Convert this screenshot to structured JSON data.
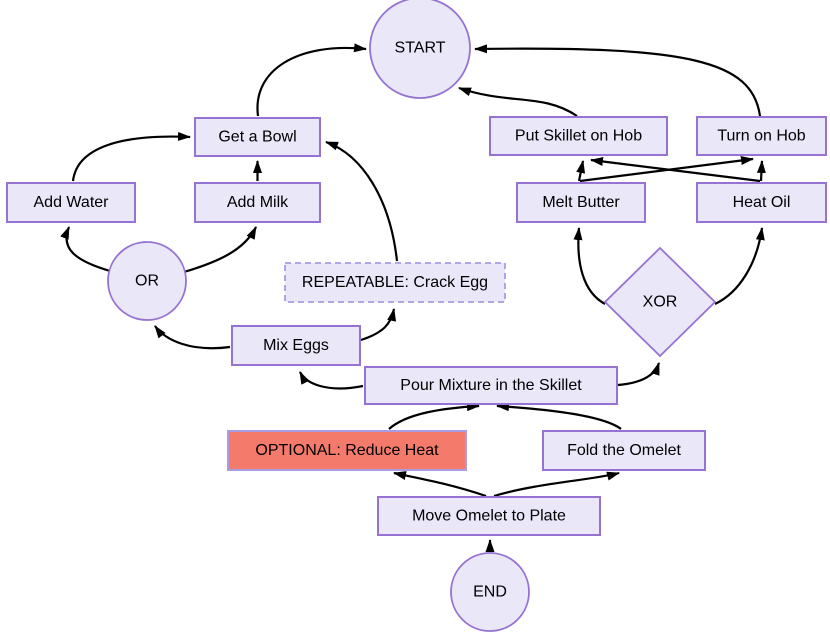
{
  "diagram": {
    "type": "flowchart",
    "subject": "omelet-preparation-process",
    "colors": {
      "background": "#ffffff",
      "node_fill": "#e9e7f8",
      "node_border": "#9673d2",
      "dashed_node_border": "#a89ce4",
      "optional_fill": "#f47b6b",
      "edge_color": "#000000",
      "text_color": "#000000"
    },
    "nodes": [
      {
        "id": "start",
        "label": "START",
        "shape": "circle"
      },
      {
        "id": "get_a_bowl",
        "label": "Get a Bowl",
        "shape": "rect"
      },
      {
        "id": "add_water",
        "label": "Add Water",
        "shape": "rect"
      },
      {
        "id": "add_milk",
        "label": "Add Milk",
        "shape": "rect"
      },
      {
        "id": "or",
        "label": "OR",
        "shape": "circle"
      },
      {
        "id": "crack_egg",
        "label": "REPEATABLE: Crack Egg",
        "shape": "rect-dashed"
      },
      {
        "id": "mix_eggs",
        "label": "Mix Eggs",
        "shape": "rect"
      },
      {
        "id": "put_skillet_on_hob",
        "label": "Put Skillet on Hob",
        "shape": "rect"
      },
      {
        "id": "turn_on_hob",
        "label": "Turn on Hob",
        "shape": "rect"
      },
      {
        "id": "melt_butter",
        "label": "Melt Butter",
        "shape": "rect"
      },
      {
        "id": "heat_oil",
        "label": "Heat Oil",
        "shape": "rect"
      },
      {
        "id": "xor",
        "label": "XOR",
        "shape": "diamond"
      },
      {
        "id": "pour_mixture",
        "label": "Pour Mixture in the Skillet",
        "shape": "rect"
      },
      {
        "id": "reduce_heat",
        "label": "OPTIONAL: Reduce Heat",
        "shape": "rect-highlight"
      },
      {
        "id": "fold_omelet",
        "label": "Fold the Omelet",
        "shape": "rect"
      },
      {
        "id": "move_omelet",
        "label": "Move Omelet to Plate",
        "shape": "rect"
      },
      {
        "id": "end",
        "label": "END",
        "shape": "circle"
      }
    ],
    "edges": [
      {
        "from": "get_a_bowl",
        "to": "start"
      },
      {
        "from": "put_skillet_on_hob",
        "to": "start"
      },
      {
        "from": "turn_on_hob",
        "to": "start"
      },
      {
        "from": "or",
        "to": "add_water"
      },
      {
        "from": "or",
        "to": "add_milk"
      },
      {
        "from": "add_milk",
        "to": "get_a_bowl"
      },
      {
        "from": "add_water",
        "to": "get_a_bowl"
      },
      {
        "from": "crack_egg",
        "to": "get_a_bowl"
      },
      {
        "from": "mix_eggs",
        "to": "crack_egg"
      },
      {
        "from": "mix_eggs",
        "to": "or"
      },
      {
        "from": "pour_mixture",
        "to": "mix_eggs"
      },
      {
        "from": "pour_mixture",
        "to": "xor"
      },
      {
        "from": "xor",
        "to": "melt_butter"
      },
      {
        "from": "xor",
        "to": "heat_oil"
      },
      {
        "from": "melt_butter",
        "to": "put_skillet_on_hob"
      },
      {
        "from": "melt_butter",
        "to": "turn_on_hob"
      },
      {
        "from": "heat_oil",
        "to": "turn_on_hob"
      },
      {
        "from": "heat_oil",
        "to": "put_skillet_on_hob"
      },
      {
        "from": "reduce_heat",
        "to": "pour_mixture"
      },
      {
        "from": "fold_omelet",
        "to": "pour_mixture"
      },
      {
        "from": "move_omelet",
        "to": "reduce_heat"
      },
      {
        "from": "move_omelet",
        "to": "fold_omelet"
      },
      {
        "from": "end",
        "to": "move_omelet"
      }
    ]
  }
}
